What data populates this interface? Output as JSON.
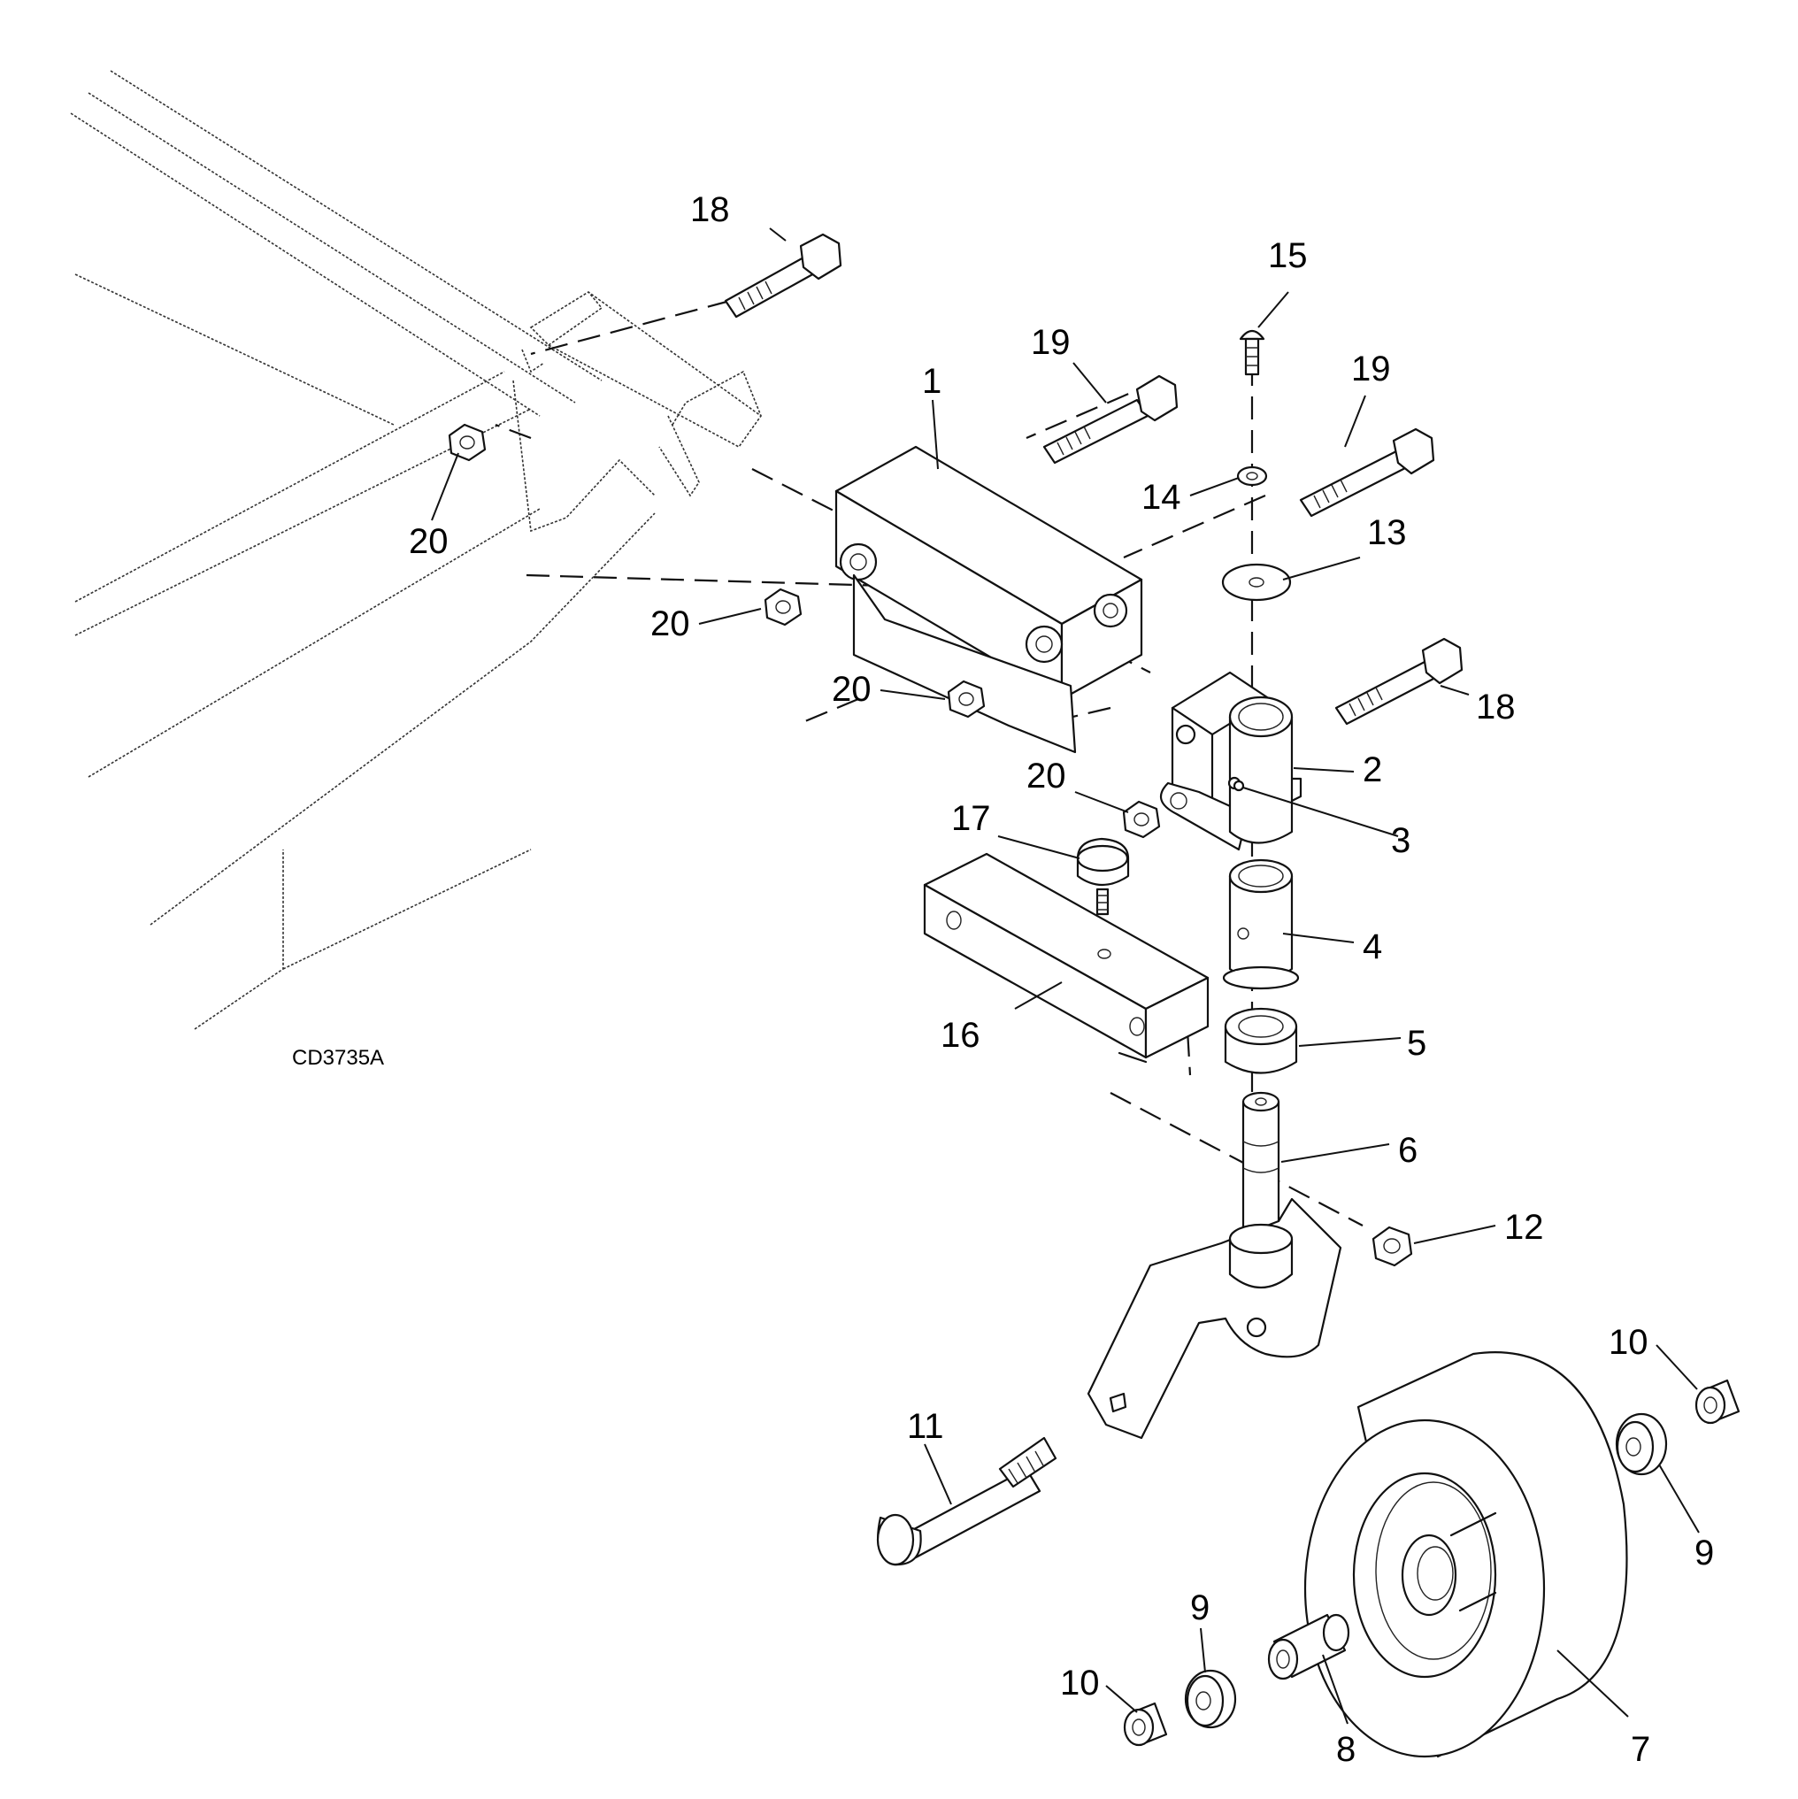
{
  "diagram_code": "CD3735A",
  "callouts": {
    "c1": "1",
    "c2": "2",
    "c3": "3",
    "c4": "4",
    "c5": "5",
    "c6": "6",
    "c7": "7",
    "c8": "8",
    "c9a": "9",
    "c9b": "9",
    "c10a": "10",
    "c10b": "10",
    "c11": "11",
    "c12": "12",
    "c13": "13",
    "c14": "14",
    "c15": "15",
    "c16": "16",
    "c17": "17",
    "c18a": "18",
    "c18b": "18",
    "c19a": "19",
    "c19b": "19",
    "c20a": "20",
    "c20b": "20",
    "c20c": "20",
    "c20d": "20"
  }
}
